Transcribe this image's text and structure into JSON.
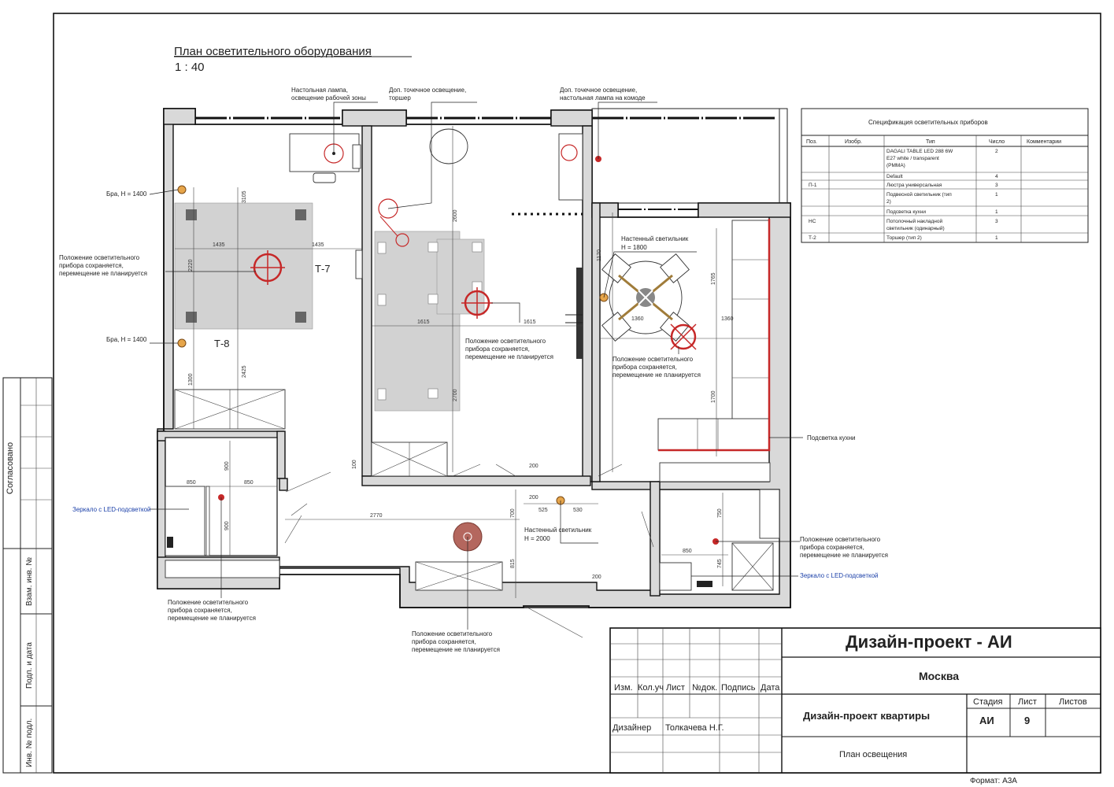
{
  "plan": {
    "title": "План осветительного оборудования",
    "scale": "1 : 40"
  },
  "callouts": {
    "desk_lamp_l1": "Настольная лампа,",
    "desk_lamp_l2": "освещение рабочей зоны",
    "spot_torcher_l1": "Доп. точечное освещение,",
    "spot_torcher_l2": "торшер",
    "spot_dresser_l1": "Доп. точечное освещение,",
    "spot_dresser_l2": "настольная лампа на комоде",
    "bra_top": "Бра, H = 1400",
    "bra_bottom": "Бра, H = 1400",
    "keep_l1": "Положение осветительного",
    "keep_l2": "прибора сохраняется,",
    "keep_l3": "перемещение не планируется",
    "mirror_left": "Зеркало с LED-подсветкой",
    "mirror_right": "Зеркало с LED-подсветкой",
    "wall_light_kitchen_l1": "Настенный светильник",
    "wall_light_kitchen_l2": "H = 1800",
    "wall_light_hall_l1": "Настенный светильник",
    "wall_light_hall_l2": "H = 2000",
    "kitchen_light": "Подсветка кухни",
    "tag_t7": "Т-7",
    "tag_t8": "Т-8"
  },
  "dimensions": {
    "d1435a": "1435",
    "d1435b": "1435",
    "d2220": "2220",
    "d3105": "3105",
    "d2425": "2425",
    "d1300": "1300",
    "d2600": "2600",
    "d2700": "2700",
    "d1615a": "1615",
    "d1615b": "1615",
    "d1170": "1170",
    "d1765": "1765",
    "d1360a": "1360",
    "d1360b": "1360",
    "d1700": "1700",
    "d850a": "850",
    "d850b": "850",
    "d900a": "900",
    "d900b": "900",
    "d2770": "2770",
    "d700": "700",
    "d815": "815",
    "d200a": "200",
    "d200b": "200",
    "d525": "525",
    "d530": "530",
    "d750": "750",
    "d745": "745",
    "d850c": "850",
    "d100": "100",
    "d200c": "200"
  },
  "spec_table": {
    "title": "Спецификация осветительных приборов",
    "headers": [
      "Поз.",
      "Изобр.",
      "Тип",
      "Число",
      "Комментарии"
    ],
    "rows": [
      {
        "pos": "",
        "type_l1": "DAGALI TABLE LED 288 6W",
        "type_l2": "E27 white / transparent",
        "type_l3": "(PMMA)",
        "count": "2"
      },
      {
        "pos": "",
        "type_l1": "Default",
        "type_l2": "",
        "type_l3": "",
        "count": "4"
      },
      {
        "pos": "П-1",
        "type_l1": "Люстра универсальная",
        "type_l2": "",
        "type_l3": "",
        "count": "3"
      },
      {
        "pos": "",
        "type_l1": "Подвесной светильник (тип",
        "type_l2": "2)",
        "type_l3": "",
        "count": "1"
      },
      {
        "pos": "",
        "type_l1": "Подсветка кухни",
        "type_l2": "",
        "type_l3": "",
        "count": "1"
      },
      {
        "pos": "НС",
        "type_l1": "Потолочный накладной",
        "type_l2": "светильник (одинарный)",
        "type_l3": "",
        "count": "3"
      },
      {
        "pos": "Т-2",
        "type_l1": "Торшер (тип 2)",
        "type_l2": "",
        "type_l3": "",
        "count": "1"
      }
    ]
  },
  "stamp": {
    "project": "Дизайн-проект - АИ",
    "city": "Москва",
    "columns": [
      "Изм.",
      "Кол.уч",
      "Лист",
      "№док.",
      "Подпись",
      "Дата"
    ],
    "role": "Дизайнер",
    "person": "Толкачева Н.Г.",
    "description": "Дизайн-проект квартиры",
    "sheet_name": "План освещения",
    "stage_label": "Стадия",
    "sheet_label": "Лист",
    "sheets_label": "Листов",
    "stage_value": "АИ",
    "sheet_value": "9",
    "format": "Формат: А3А"
  },
  "side_stamp": {
    "agreed": "Согласовано",
    "replace": "Взам. инв. №",
    "sign_date": "Подп. и дата",
    "inv_no": "Инв. № подл."
  }
}
